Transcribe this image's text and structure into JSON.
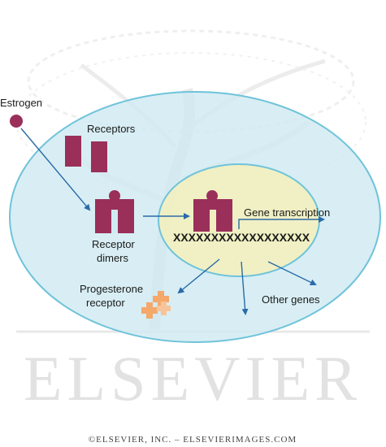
{
  "labels": {
    "estrogen": "Estrogen",
    "receptors": "Receptors",
    "receptor_dimers_line1": "Receptor",
    "receptor_dimers_line2": "dimers",
    "gene_transcription": "Gene transcription",
    "dna_sequence": "XXXXXXXXXXXXXXXXXX",
    "progesterone_line1": "Progesterone",
    "progesterone_line2": "receptor",
    "other_genes": "Other genes"
  },
  "watermark": {
    "logo_text": "ELSEVIER",
    "footer": "©ELSEVIER, INC. – ELSEVIERIMAGES.COM"
  },
  "colors": {
    "cell_fill": "#cfeaf1",
    "cell_stroke": "#6fc3da",
    "nucleus_fill": "#f3efbf",
    "nucleus_stroke": "#6fc3da",
    "receptor": "#9a2f5a",
    "estrogen": "#9a2f5a",
    "progesterone": "#f4a86a",
    "arrow": "#2a6aa8"
  }
}
